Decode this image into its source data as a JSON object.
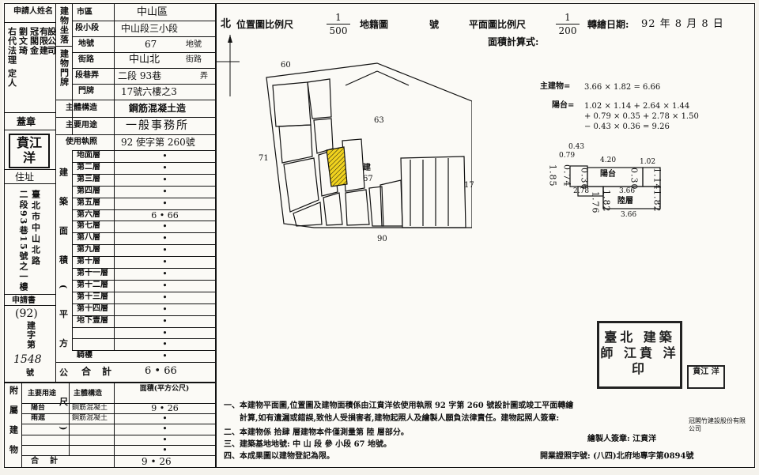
{
  "left_table": {
    "applicant_label": "申請人姓名",
    "applicant_lines": [
      "冠閣金",
      "有限建",
      "設公司",
      "右代法理",
      "定人",
      "劉文琦"
    ],
    "seal_label": "蓋章",
    "seal_text": "賁江 洋",
    "address_label": "住址",
    "address_lines": [
      "臺北市中山北路",
      "二段93巷15號之一樓"
    ],
    "application_label": "申請書",
    "application_year": "(92)",
    "application_word": "建字第",
    "application_number": "1548",
    "application_suffix": "號"
  },
  "location": {
    "section_label": "建物坐落",
    "district_label": "市區",
    "district_value": "中山區",
    "sub_label": "段小段",
    "sub_value": "中山段三小段",
    "lot_label": "地號",
    "lot_value": "67",
    "lot_suffix": "地號",
    "gate_label": "建物門牌",
    "street_label": "街路",
    "street_value": "中山北",
    "street_suffix": "街路",
    "lane_label": "段巷弄",
    "lane_value": "二段 93巷",
    "lane_suffix": "弄",
    "door_label": "門牌",
    "door_value": "17號六樓之3",
    "structure_label": "主體構造",
    "structure_value": "鋼筋混凝土造",
    "use_label": "主要用途",
    "use_value": "一般事務所",
    "license_label": "使用執照",
    "license_value": "92 使字第 260號"
  },
  "floors": {
    "area_label": "建築面積(平方公尺)",
    "rows": [
      {
        "name": "地面層",
        "value": "•"
      },
      {
        "name": "第二層",
        "value": "•"
      },
      {
        "name": "第三層",
        "value": "•"
      },
      {
        "name": "第四層",
        "value": "•"
      },
      {
        "name": "第五層",
        "value": "•"
      },
      {
        "name": "第六層",
        "value": "6 • 66"
      },
      {
        "name": "第七層",
        "value": "•"
      },
      {
        "name": "第八層",
        "value": "•"
      },
      {
        "name": "第九層",
        "value": "•"
      },
      {
        "name": "第十層",
        "value": "•"
      },
      {
        "name": "第十一層",
        "value": "•"
      },
      {
        "name": "第十二層",
        "value": "•"
      },
      {
        "name": "第十三層",
        "value": "•"
      },
      {
        "name": "第十四層",
        "value": "•"
      },
      {
        "name": "地下壹層",
        "value": "•"
      },
      {
        "name": "",
        "value": "•"
      },
      {
        "name": "",
        "value": "•"
      },
      {
        "name": "騎樓",
        "value": "•"
      }
    ],
    "total_label": "合計",
    "total_value": "6 • 66"
  },
  "annex": {
    "label": "附屬建物",
    "col_use": "主要用途",
    "col_structure": "主體構造",
    "col_area": "面積(平方公尺)",
    "rows": [
      {
        "use": "陽台",
        "structure": "鋼筋混凝土",
        "area": "9 • 26"
      },
      {
        "use": "雨遮",
        "structure": "鋼筋混凝土",
        "area": "•"
      },
      {
        "use": "",
        "structure": "",
        "area": "•"
      },
      {
        "use": "",
        "structure": "",
        "area": "•"
      },
      {
        "use": "",
        "structure": "",
        "area": "•"
      }
    ],
    "total_label": "合計",
    "total_value": "9 • 26"
  },
  "header": {
    "north": "北",
    "location_scale_label": "位置圖比例尺",
    "location_scale_num": "1",
    "location_scale_den": "500",
    "cadastral_label": "地籍圖",
    "cadastral_suffix": "號",
    "plan_scale_label": "平面圖比例尺",
    "plan_scale_num": "1",
    "plan_scale_den": "200",
    "date_label": "轉繪日期:",
    "date_value": "92 年 8 月 8 日",
    "area_calc_label": "面積計算式:"
  },
  "site_map": {
    "lot_60": "60",
    "lot_63": "63",
    "lot_71": "71",
    "lot_17": "17",
    "lot_90": "90",
    "build_label": "建",
    "build_lot": "67"
  },
  "calc": {
    "main_label": "主建物=",
    "main_formula": "3.66 × 1.82 = 6.66",
    "balcony_label": "陽台=",
    "balcony_lines": [
      "1.02 × 1.14 + 2.64 × 1.44",
      "+ 0.79 × 0.35 + 2.78 × 1.50",
      "− 0.43 × 0.36 = 9.26"
    ]
  },
  "floor_plan": {
    "d043": "0.43",
    "d079": "0.79",
    "d420": "4.20",
    "d102": "1.02",
    "d185": "1.85",
    "d074": "0.74",
    "d036": "0.36",
    "d030": "0.30",
    "d114": "1.14",
    "d278": "2.78",
    "d176": "1.76",
    "d182": "1.82",
    "d366a": "3.66",
    "d182b": "1.82",
    "d366b": "3.66",
    "balcony": "陽台",
    "floor": "陸層"
  },
  "notes": {
    "lines": [
      "一、本建物平面圖,位置圖及建物面積係由江賁洋依使用執照 92 字第 260 號設計圖或竣工平面轉繪",
      "計算,如有遺漏或錯誤,致他人受損害者,建物起照人及繪製人願負法律責任。建物起照人簽章:",
      "二、本建物係 拾肆 層建物本件僅測量第  陸  層部分。",
      "三、建築基地地號: 中 山 段  參 小段  67  地號。",
      "四、本成果圖以建物登記為限。"
    ],
    "company": "冠閣竹建設股份有限公司",
    "drawer_label": "繪製人簽章: 江賁洋",
    "cert_label": "開業證照字號: (八四)北府地專字第0894號"
  },
  "stamp": {
    "big": "臺北 建築 師 江賁 洋 印",
    "small": "賁江 洋"
  },
  "colors": {
    "ink": "#111111",
    "hatch": "#f0d21e",
    "paper": "#fbfaf6"
  }
}
